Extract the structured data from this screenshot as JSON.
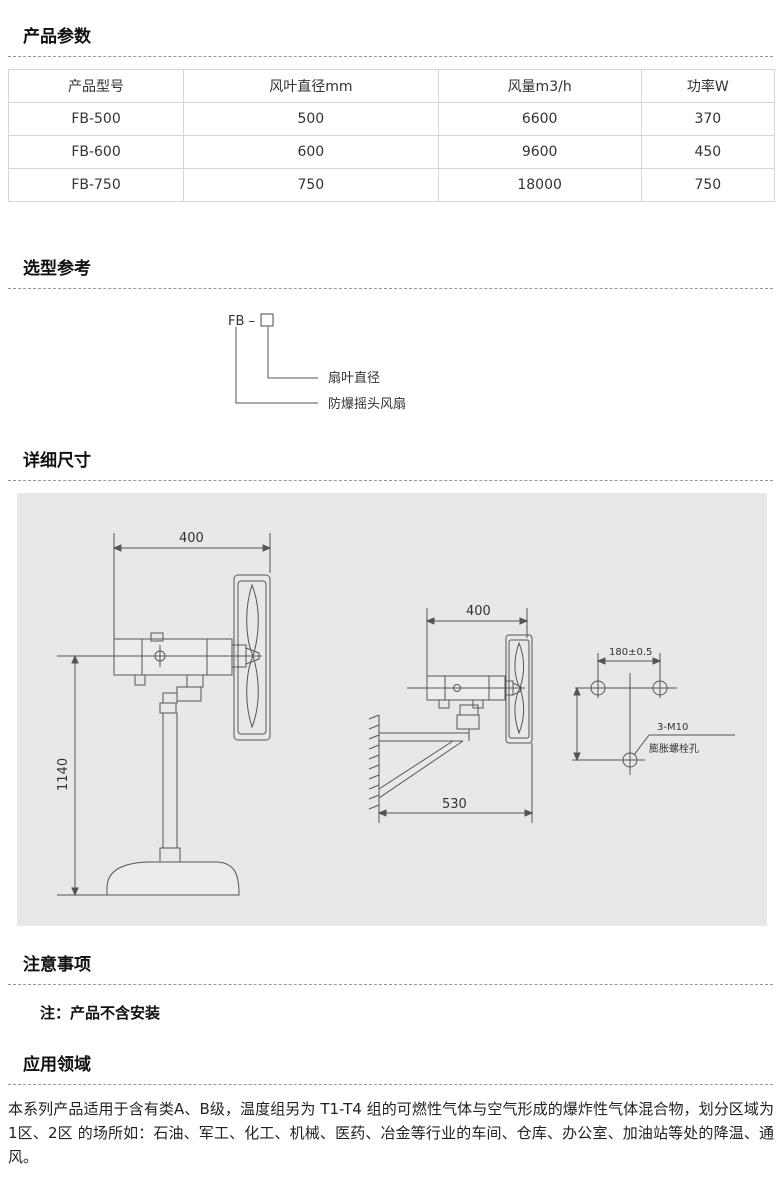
{
  "sections": {
    "params": "产品参数",
    "selection": "选型参考",
    "dimensions": "详细尺寸",
    "notes": "注意事项",
    "application": "应用领域"
  },
  "params_table": {
    "headers": [
      "产品型号",
      "风叶直径mm",
      "风量m3/h",
      "功率W"
    ],
    "rows": [
      [
        "FB-500",
        "500",
        "6600",
        "370"
      ],
      [
        "FB-600",
        "600",
        "9600",
        "450"
      ],
      [
        "FB-750",
        "750",
        "18000",
        "750"
      ]
    ]
  },
  "selection_diagram": {
    "code": "FB –",
    "label_1": "扇叶直径",
    "label_2": "防爆摇头风扇"
  },
  "dimension_drawing": {
    "width_1": "400",
    "height_1": "1140",
    "width_2": "400",
    "depth_2": "530",
    "hole_spacing": "180±0.5",
    "bolt_spec": "3-M10",
    "bolt_label": "膨胀螺栓孔"
  },
  "note_text": "注：产品不含安装",
  "application_text": "本系列产品适用于含有类A、B级，温度组另为 T1-T4 组的可燃性气体与空气形成的爆炸性气体混合物，划分区域为 1区、2区 的场所如：石油、军工、化工、机械、医药、冶金等行业的车间、仓库、办公室、加油站等处的降温、通风。"
}
